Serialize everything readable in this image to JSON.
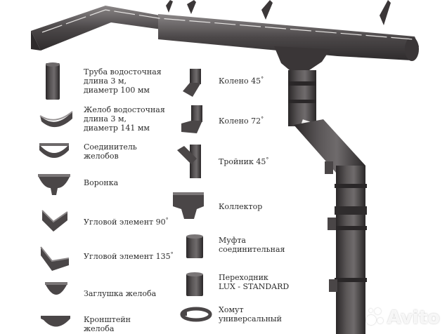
{
  "colors": {
    "body": "#4a4647",
    "dark": "#2e2b2c",
    "light": "#6d696a",
    "accent": "#e8e6e4"
  },
  "parts_left": [
    {
      "label": "Труба водосточная\nдлина 3 м,\nдиаметр 100 мм",
      "icon": "downpipe-icon"
    },
    {
      "label": "Желоб водосточная\nдлина 3 м,\nдиаметр 141 мм",
      "icon": "gutter-icon"
    },
    {
      "label": "Соединитель\nжелобов",
      "icon": "gutter-connector-icon"
    },
    {
      "label": "Воронка",
      "icon": "funnel-icon"
    },
    {
      "label": "Угловой элемент 90",
      "sup": "°",
      "icon": "corner-90-icon"
    },
    {
      "label": "Угловой элемент 135",
      "sup": "°",
      "icon": "corner-135-icon"
    },
    {
      "label": "Заглушка желоба",
      "icon": "gutter-cap-icon"
    },
    {
      "label": "Кронштейн\nжелоба",
      "icon": "gutter-bracket-icon"
    }
  ],
  "parts_right": [
    {
      "label": "Колено 45",
      "sup": "°",
      "icon": "elbow-45-icon"
    },
    {
      "label": "Колено 72",
      "sup": "°",
      "icon": "elbow-72-icon"
    },
    {
      "label": "Тройник 45",
      "sup": "°",
      "icon": "tee-45-icon"
    },
    {
      "label": "Коллектор",
      "icon": "collector-icon"
    },
    {
      "label": "Муфта\nсоединительная",
      "icon": "coupling-icon"
    },
    {
      "label": "Переходник\nLUX - STANDARD",
      "icon": "adapter-icon"
    },
    {
      "label": "Хомут\nуниверсальный",
      "icon": "clamp-icon"
    }
  ],
  "watermark": "Avito"
}
